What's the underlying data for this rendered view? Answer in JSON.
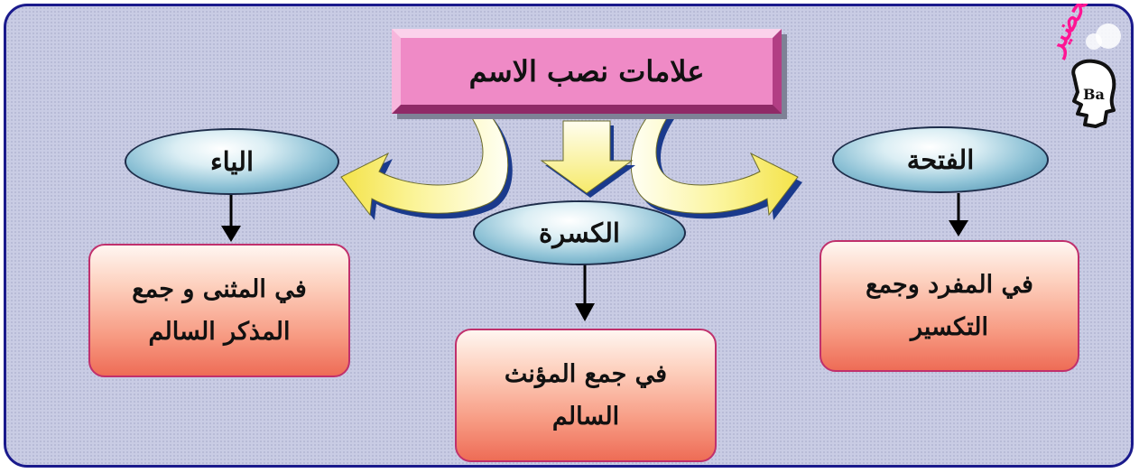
{
  "diagram": {
    "title": "علامات نصب الاسم",
    "nodes": [
      {
        "id": "kasra",
        "label": "الكسرة",
        "detail": "في جمع المؤنث السالم"
      },
      {
        "id": "ya",
        "label": "الياء",
        "detail": "في المثنى و جمع المذكر السالم"
      },
      {
        "id": "fatha",
        "label": "الفتحة",
        "detail": "في المفرد وجمع التكسير"
      }
    ],
    "stamp_text": "التحضير"
  },
  "colors": {
    "background": "#c9cce4",
    "frame_border": "#1a1a8c",
    "title_fill": "#ef8ac6",
    "oval_fill": "#8ec2d6",
    "box_fill": "#f79a82",
    "arrow_fill": "#fbf49a",
    "arrow_shadow": "#1a3a8c",
    "stamp_text": "#ff1493"
  },
  "icons": {
    "stamp": "head-profile-icon"
  }
}
